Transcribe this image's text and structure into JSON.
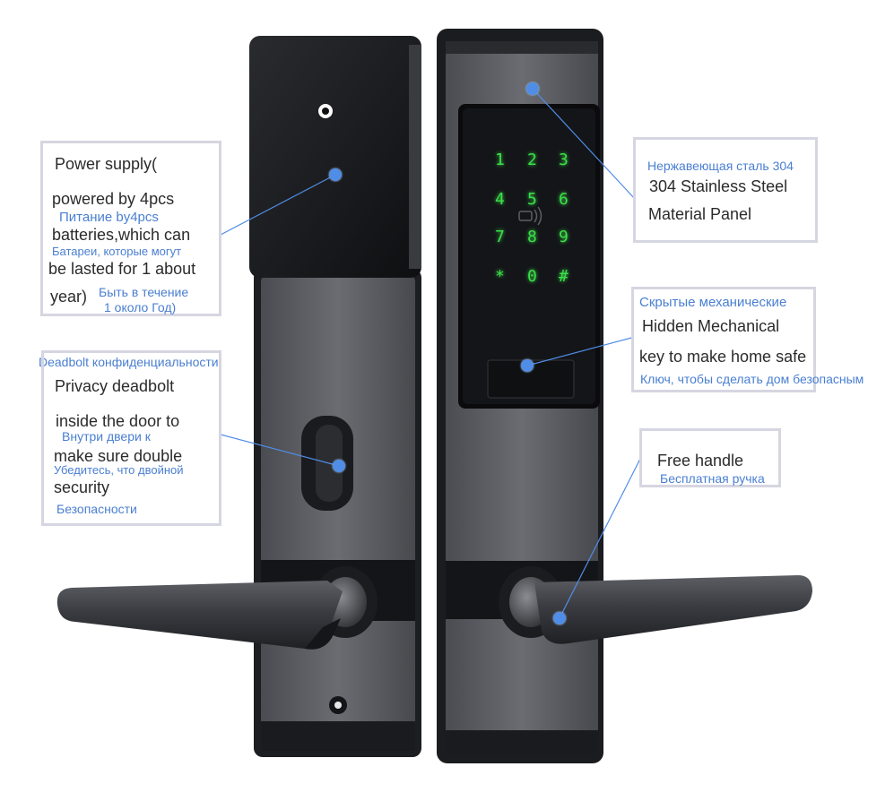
{
  "colors": {
    "accent_blue": "#4f8de6",
    "annotation_text": "#4a7fd1",
    "keypad_green": "#3be04a",
    "panel_gray": "#55575d",
    "lock_black": "#16171a"
  },
  "keypad": {
    "keys": [
      "1",
      "2",
      "3",
      "4",
      "5",
      "6",
      "7",
      "8",
      "9",
      "*",
      "0",
      "#"
    ]
  },
  "callouts": {
    "power": {
      "en": [
        "Power supply(",
        "powered by 4pcs",
        "batteries,which can",
        "be lasted for 1 about",
        "year)"
      ],
      "ru": [
        "Питание by4pcs",
        "Батареи, которые могут",
        "Быть в течение",
        "1 около Год)"
      ]
    },
    "steel": {
      "ru": "Нержавеющая сталь 304",
      "en": [
        "304 Stainless Steel",
        "Material Panel"
      ]
    },
    "mechanical": {
      "ru": [
        "Скрытые механические",
        "Ключ, чтобы сделать дом безопасным"
      ],
      "en": [
        "Hidden Mechanical",
        "key to make home safe"
      ]
    },
    "deadbolt": {
      "ru": [
        "Deadbolt конфиденциальности",
        "Внутри двери к",
        "Убедитесь, что двойной",
        "Безопасности"
      ],
      "en": [
        "Privacy deadbolt",
        "inside the door to",
        "make sure double",
        "security"
      ]
    },
    "handle": {
      "en": "Free handle",
      "ru": "Бесплатная ручка"
    }
  }
}
